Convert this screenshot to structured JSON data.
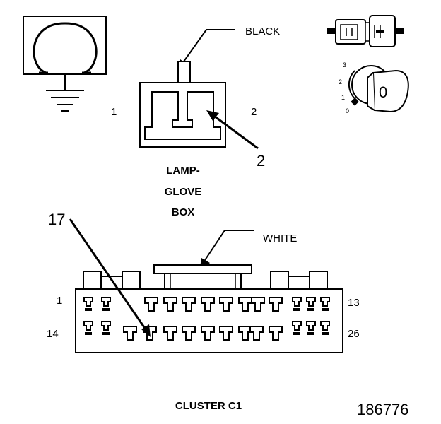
{
  "ground_symbol": {
    "icon": "ground-ohm-icon"
  },
  "glove_box_lamp": {
    "wire_color": "BLACK",
    "pin_left": "1",
    "pin_right": "2",
    "callout": "2",
    "name_lines": [
      "LAMP-",
      "GLOVE",
      "BOX"
    ]
  },
  "ignition_key": {
    "icon": "ignition-key-icon",
    "positions": [
      "3",
      "2",
      "1",
      "0"
    ],
    "key_label": "0"
  },
  "connector_icon": {
    "icon": "connector-plug-icon"
  },
  "cluster_connector": {
    "wire_color": "WHITE",
    "callout": "17",
    "row1_start": "1",
    "row1_end": "13",
    "row2_start": "14",
    "row2_end": "26",
    "name": "CLUSTER C1"
  },
  "figure_number": "186776"
}
